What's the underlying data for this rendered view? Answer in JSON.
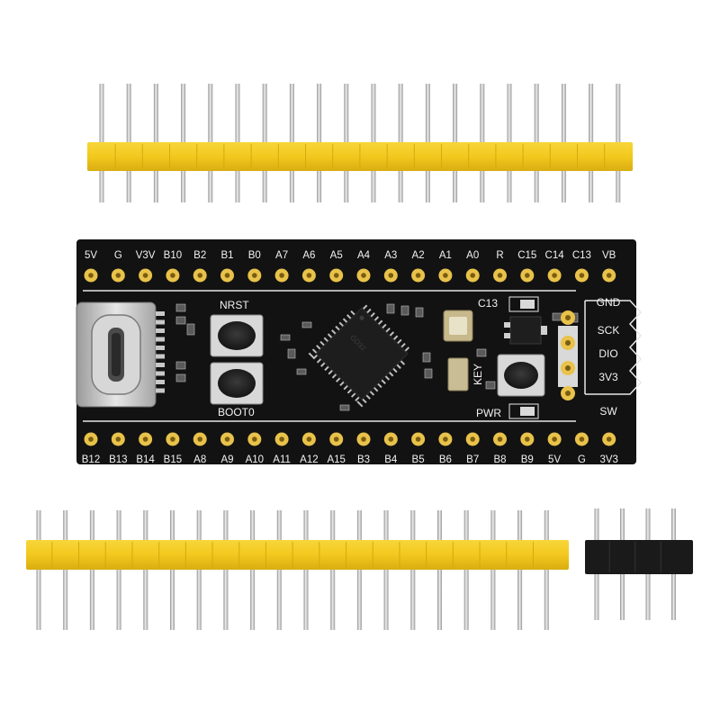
{
  "board": {
    "top_pin_labels": [
      "5V",
      "G",
      "V3V",
      "B10",
      "B2",
      "B1",
      "B0",
      "A7",
      "A6",
      "A5",
      "A4",
      "A3",
      "A2",
      "A1",
      "A0",
      "R",
      "C15",
      "C14",
      "C13",
      "VB"
    ],
    "bottom_pin_labels": [
      "B12",
      "B13",
      "B14",
      "B15",
      "A8",
      "A9",
      "A10",
      "A11",
      "A12",
      "A15",
      "B3",
      "B4",
      "B5",
      "B6",
      "B7",
      "B8",
      "B9",
      "5V",
      "G",
      "3V3"
    ],
    "debug_labels": [
      "GND",
      "SCK",
      "DIO",
      "3V3",
      "SW"
    ],
    "button_labels": {
      "reset": "NRST",
      "boot": "BOOT0",
      "key": "KEY",
      "power_led": "PWR",
      "user_led": "C13"
    }
  },
  "colors": {
    "background": "#ffffff",
    "pcb": "#121212",
    "pad_gold": "#e8c24a",
    "header_yellow": "#f3c81e",
    "header_black": "#1a1a1a",
    "pin_silver": "#c9c9c9",
    "silkscreen": "#f2f2f2"
  },
  "icons": {
    "usb_port": "usb-c-connector-icon",
    "chip": "mcu-chip-icon",
    "crystal": "crystal-oscillator-icon"
  }
}
